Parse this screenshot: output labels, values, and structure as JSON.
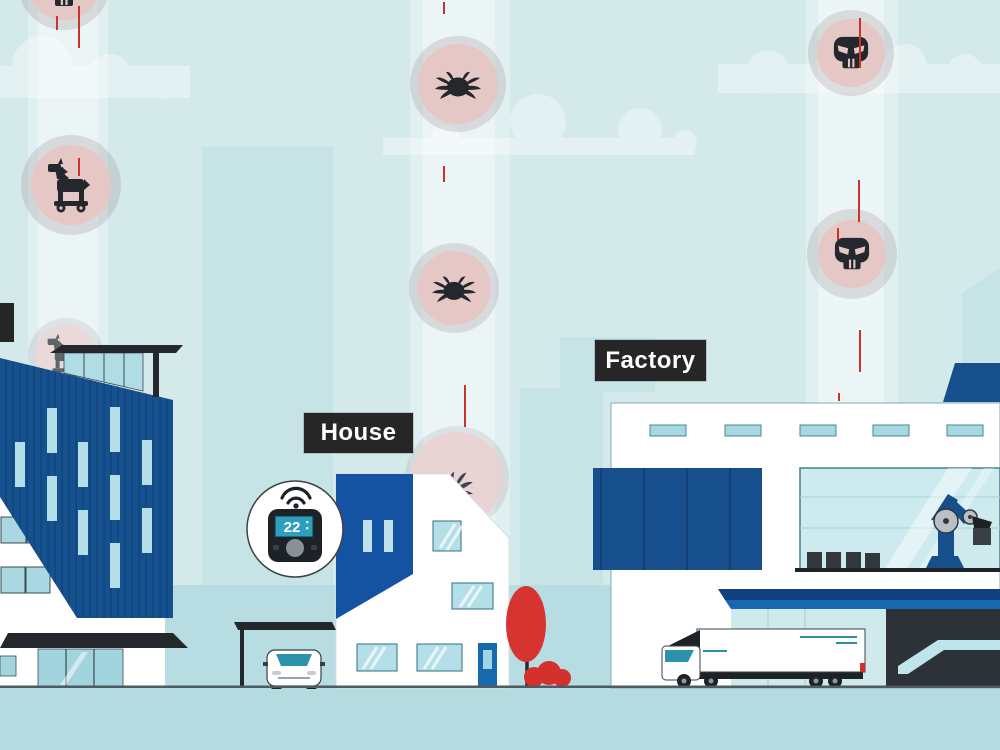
{
  "labels": {
    "house": "House",
    "factory": "Factory"
  },
  "thermostat": {
    "value": "22",
    "device": "smart-thermostat",
    "connectivity": "wifi"
  },
  "threats": [
    {
      "type": "skull",
      "position": "top-left",
      "partial": true
    },
    {
      "type": "trojan-horse",
      "position": "upper-left"
    },
    {
      "type": "trojan-horse",
      "position": "behind-office-roof",
      "faded": true
    },
    {
      "type": "bug",
      "position": "upper-center"
    },
    {
      "type": "bug",
      "position": "mid-center"
    },
    {
      "type": "bug",
      "position": "behind-house-roof",
      "faded": true
    },
    {
      "type": "skull",
      "position": "upper-right"
    },
    {
      "type": "skull",
      "position": "mid-right"
    }
  ],
  "colors": {
    "sky": "#d3e9ea",
    "cloud": "#e3f1f2",
    "skyline": "#c6e3e5",
    "ground_band": "#b7dde2",
    "ground": "#b3dbe0",
    "office_blue": "#15508f",
    "house_blue": "#1353a2",
    "factory_blue": "#174f8d",
    "canopy_blue": "#1668af",
    "threat_pink": "#e5c8c6",
    "accent_red": "#c8332e",
    "glass": "#a9d8e2",
    "label_bg": "#262626"
  }
}
